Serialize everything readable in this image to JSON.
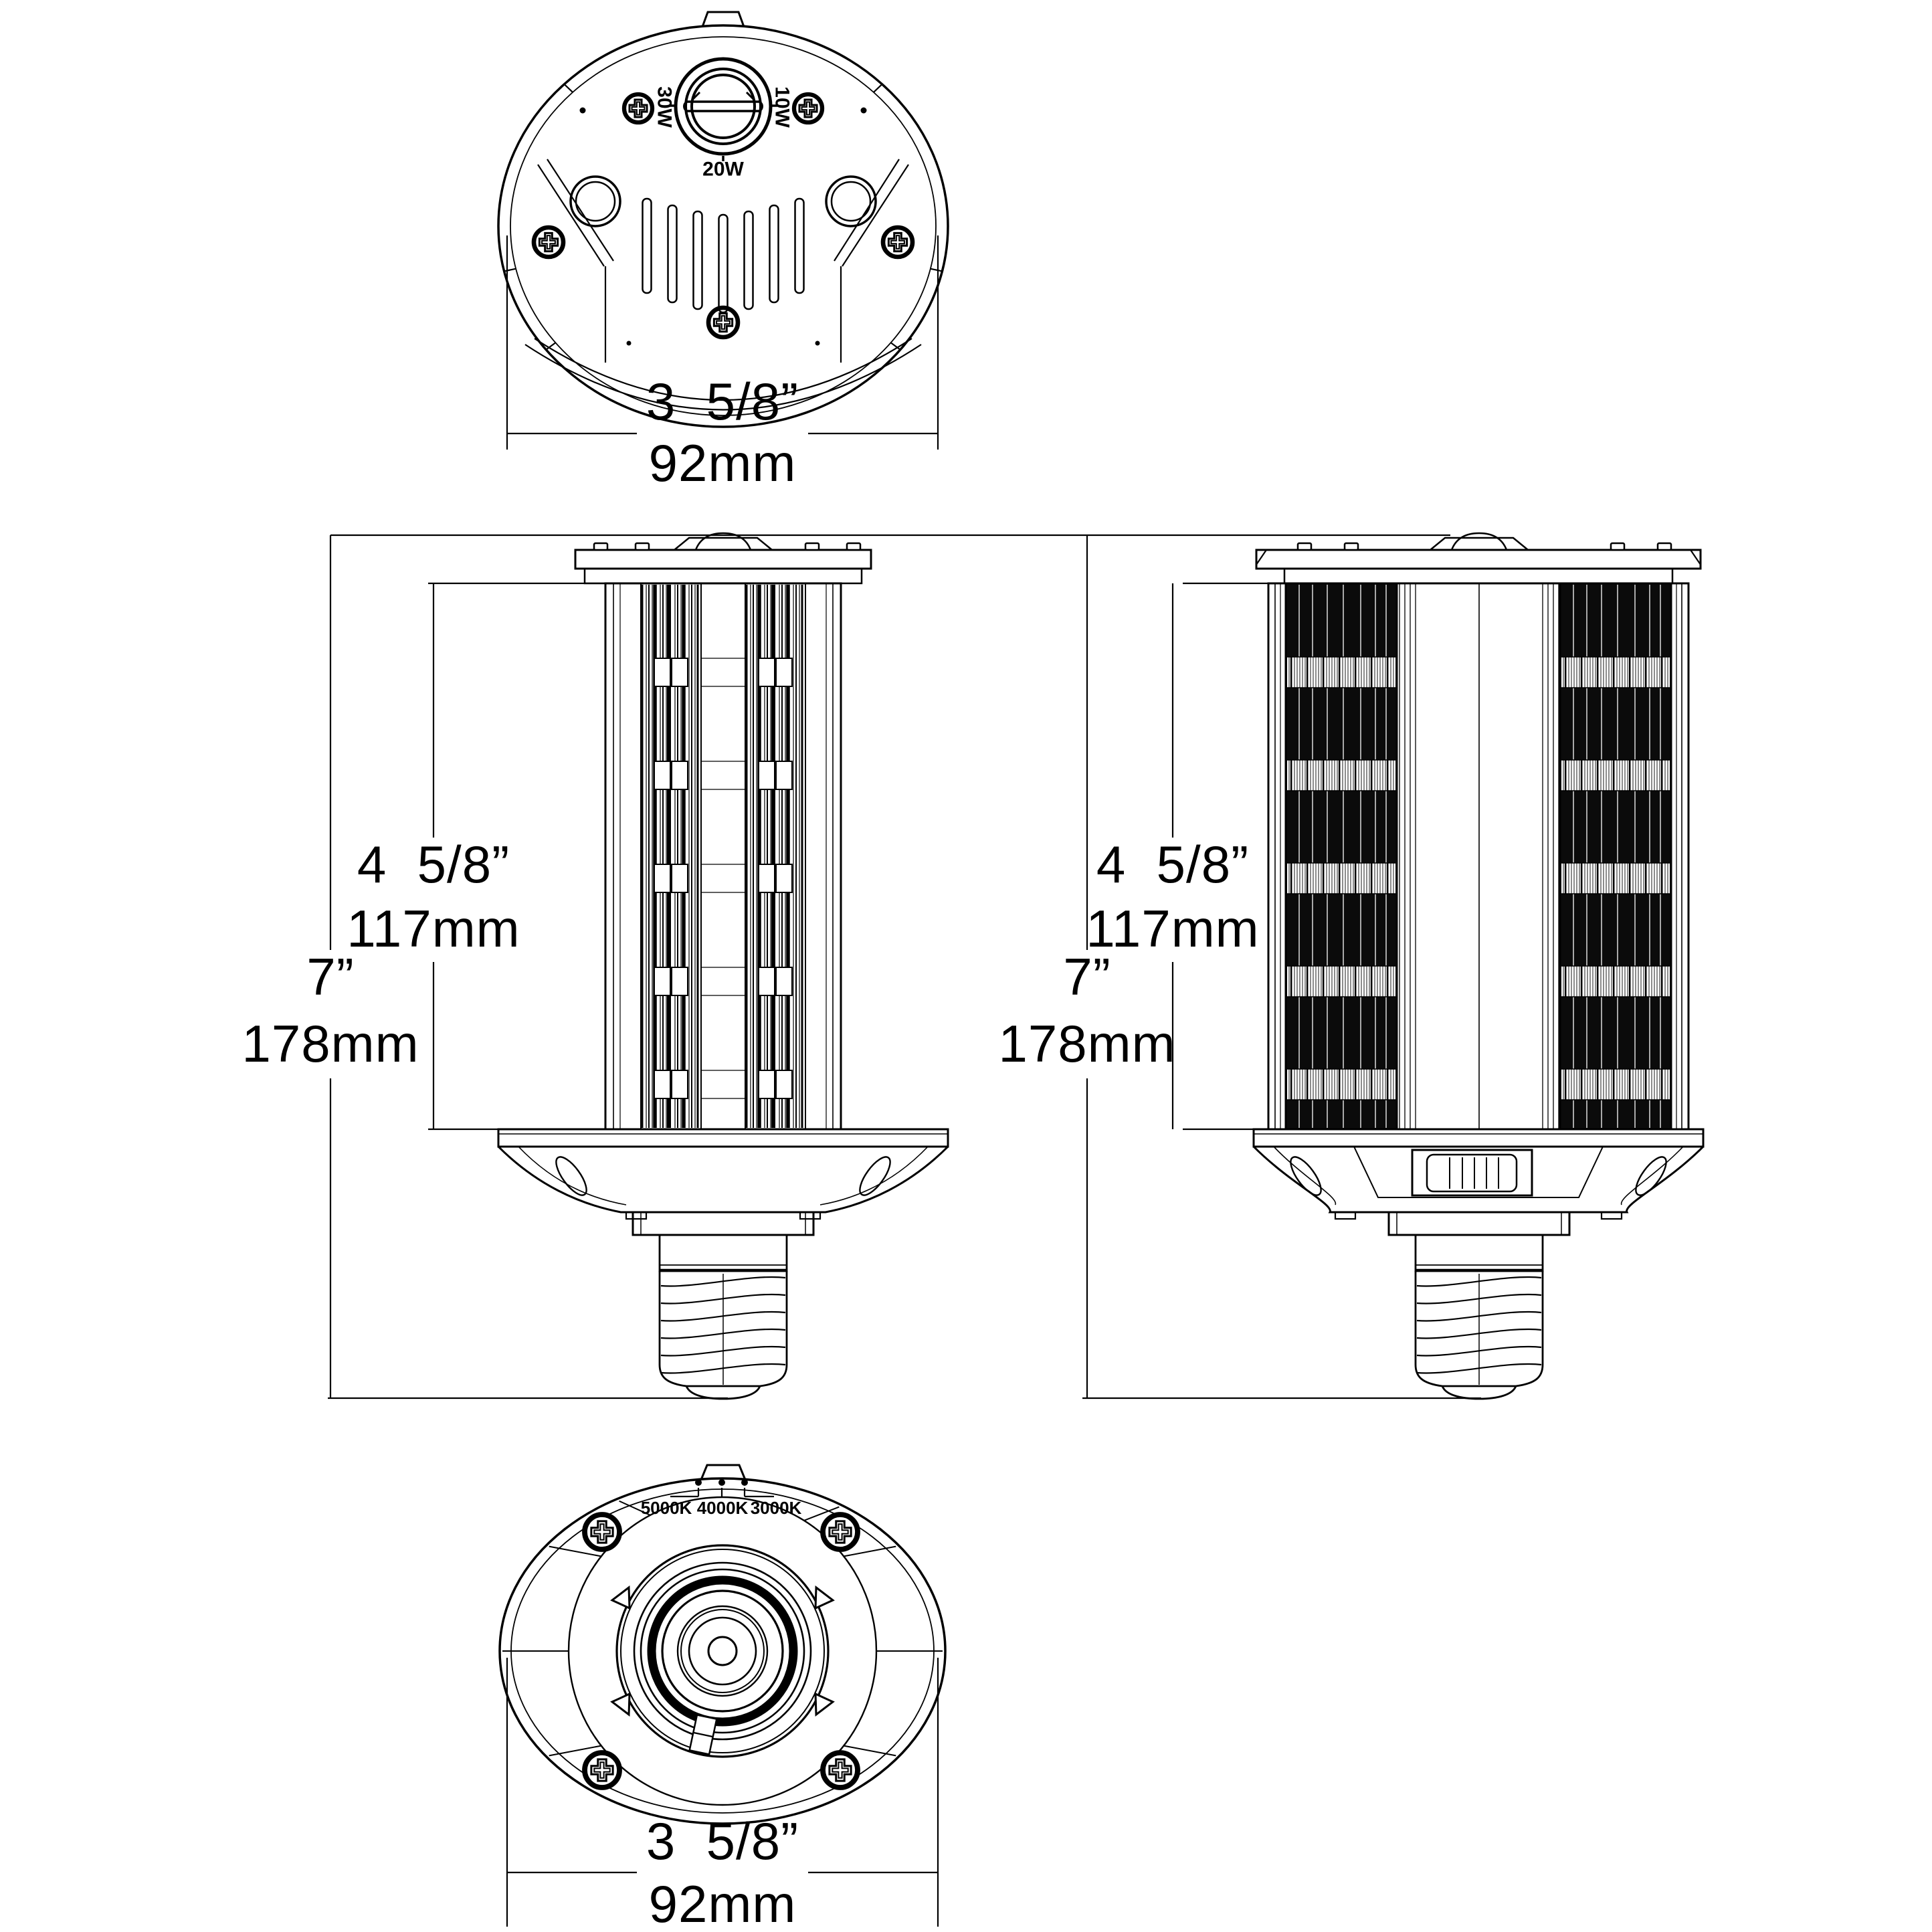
{
  "colors": {
    "line": "#000000",
    "background": "#ffffff"
  },
  "top_view": {
    "watt_dial": {
      "left_label": "30W",
      "right_label": "10W",
      "bottom_label": "20W"
    },
    "width_dim": {
      "inches": "3  5/8”",
      "mm": "92mm"
    }
  },
  "front_view": {
    "total_height_dim": {
      "inches": "7”",
      "mm": "178mm"
    },
    "body_height_dim": {
      "inches": "4  5/8”",
      "mm": "117mm"
    }
  },
  "rotated_view": {
    "total_height_dim": {
      "inches": "7”",
      "mm": "178mm"
    },
    "body_height_dim": {
      "inches": "4  5/8”",
      "mm": "117mm"
    }
  },
  "bottom_view": {
    "cct_labels": [
      "5000K",
      "4000K",
      "3000K"
    ],
    "width_dim": {
      "inches": "3  5/8”",
      "mm": "92mm"
    }
  }
}
